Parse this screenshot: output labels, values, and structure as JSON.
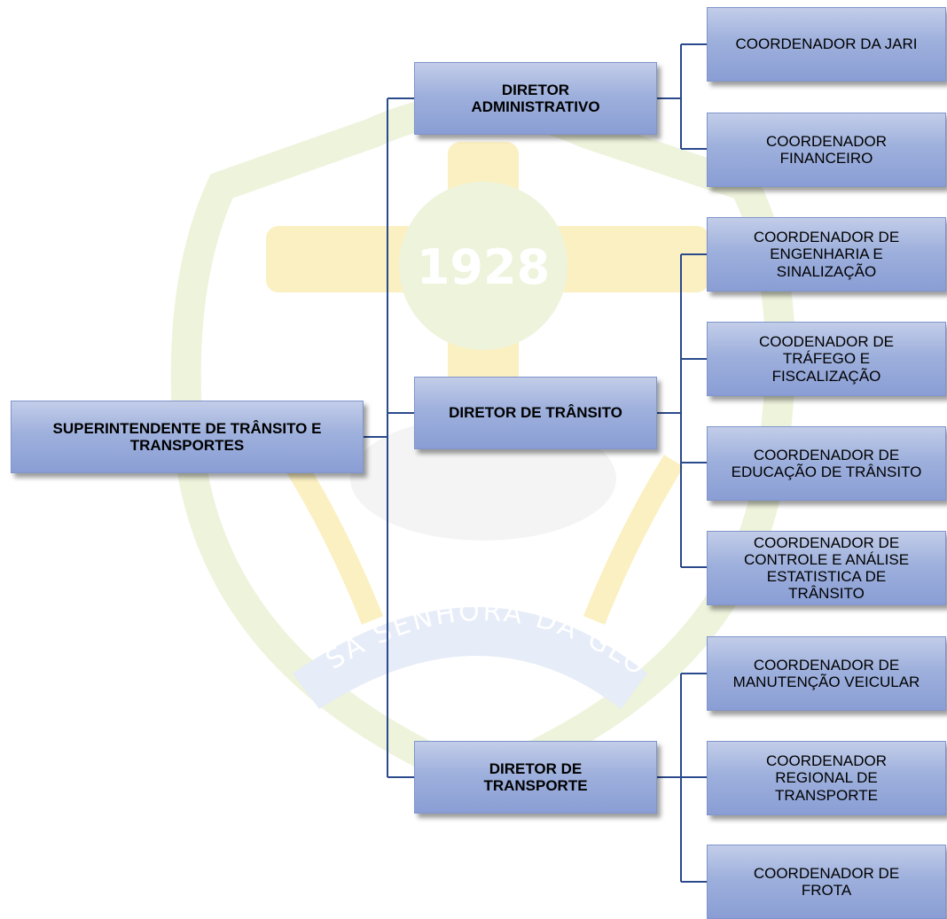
{
  "watermark": {
    "year": "1928",
    "banner": "NOSSA SENHORA DA GLÓRIA",
    "colors": {
      "green": "#eef3dc",
      "yellow": "#fbf0c2",
      "blue": "#e6ecf8",
      "gold": "#fbe7b7"
    }
  },
  "colors": {
    "line": "#2a4a8c",
    "box_top": "#c3cde9",
    "box_bottom": "#8a9ed5"
  },
  "root": {
    "label": "SUPERINTENDENTE DE TRÂNSITO E\nTRANSPORTES"
  },
  "directors": [
    {
      "label": "DIRETOR\nADMINISTRATIVO"
    },
    {
      "label": "DIRETOR DE TRÂNSITO"
    },
    {
      "label": "DIRETOR DE\nTRANSPORTE"
    }
  ],
  "coordinators": [
    {
      "label": "COORDENADOR DA JARI"
    },
    {
      "label": "COORDENADOR\nFINANCEIRO"
    },
    {
      "label": "COORDENADOR DE\nENGENHARIA E\nSINALIZAÇÃO"
    },
    {
      "label": "COODENADOR DE\nTRÁFEGO E\nFISCALIZAÇÃO"
    },
    {
      "label": "COORDENADOR DE\nEDUCAÇÃO DE TRÂNSITO"
    },
    {
      "label": "COORDENADOR DE\nCONTROLE E ANÁLISE\nESTATISTICA DE\nTRÂNSITO"
    },
    {
      "label": "COORDENADOR DE\nMANUTENÇÃO VEICULAR"
    },
    {
      "label": "COORDENADOR\nREGIONAL DE\nTRANSPORTE"
    },
    {
      "label": "COORDENADOR DE\nFROTA"
    }
  ]
}
